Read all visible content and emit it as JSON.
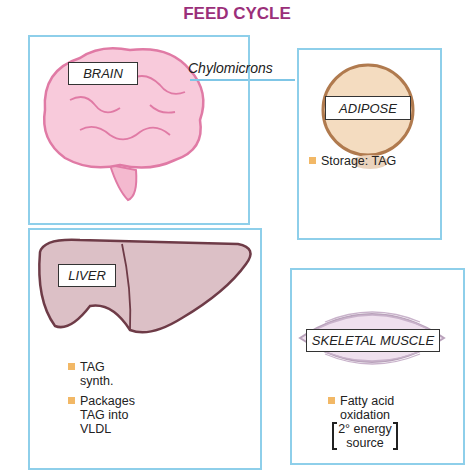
{
  "diagram": {
    "title": "FEED CYCLE",
    "nodes": [
      {
        "text": []
      },
      {
        "text": [
          "BRAIN"
        ],
        "in": 0
      },
      {
        "text": [
          "Storage: TAG"
        ]
      },
      {
        "text": [
          "ADIPOSE"
        ],
        "in": 2
      },
      {
        "text": [
          "TAG synth.",
          "Packages TAG into VLDL"
        ]
      },
      {
        "text": [
          "LIVER"
        ],
        "in": 4
      },
      {
        "text": [
          "Fatty acid oxidation",
          "2° energy source"
        ]
      },
      {
        "text": [
          "SKELETAL MUSCLE"
        ],
        "in": 6
      }
    ],
    "labels": [
      "Chylomicrons"
    ]
  }
}
